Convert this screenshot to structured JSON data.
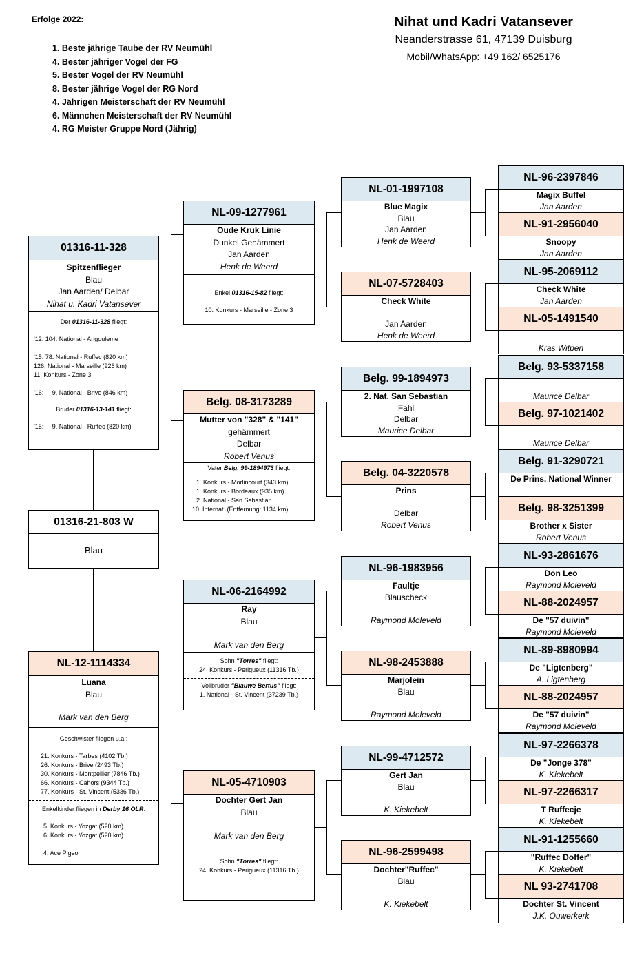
{
  "header": {
    "successes_title": "Erfolge 2022:",
    "successes": [
      "1. Beste jährige Taube der RV Neumühl",
      "4. Bester jähriger Vogel der FG",
      "5. Bester Vogel der RV Neumühl",
      "8. Bester jährige Vogel der RG Nord",
      "4. Jährigen Meisterschaft der RV Neumühl",
      "6. Männchen Meisterschaft der RV Neumühl",
      "4. RG Meister Gruppe Nord (Jährig)"
    ],
    "owner_name": "Nihat und Kadri Vatansever",
    "owner_address": "Neanderstrasse 61, 47139 Duisburg",
    "owner_phone": "Mobil/WhatsApp: +49 162/ 6525176"
  },
  "pigeons": {
    "p1": {
      "id": "01316-11-328",
      "name": "Spitzenflieger",
      "color": "Blau",
      "line": "Jan Aarden/ Delbar",
      "breeder": "Nihat u. Kadri Vatansever",
      "flies_pre": "Der ",
      "flies_id": "01316-11-328",
      "flies_post": " fliegt:",
      "results": [
        "'12: 104. National - Angouleme",
        "'15:   78. National - Ruffec (820 km)",
        "        126. National - Marseille (926 km)",
        "          11. Konkurs - Zone 3",
        "'16:     9. National - Brive (846 km)"
      ],
      "brother_pre": "Bruder ",
      "brother_id": "01316-13-141",
      "brother_post": " fliegt:",
      "brother_results": [
        "'15:     9. National - Ruffec (820 km)"
      ]
    },
    "p2": {
      "id": "01316-21-803 W",
      "color": "Blau"
    },
    "p3": {
      "id": "NL-12-1114334",
      "name": "Luana",
      "color": "Blau",
      "breeder": "Mark van den Berg",
      "sib_title": "Geschwister fliegen u.a.:",
      "sib_results": [
        "21. Konkurs - Tarbes (4102 Tb.)",
        "26. Konkurs - Brive (2493 Tb.)",
        "30. Konkurs - Montpellier (7846 Tb.)",
        "66. Konkurs - Cahors (9344 Tb.)",
        "77. Konkurs - St. Vincent (5336 Tb.)"
      ],
      "gk_pre": "Enkelkinder fliegen in ",
      "gk_event": "Derby 16 OLR",
      "gk_post": ":",
      "gk_results": [
        "5. Konkurs - Yozgat (520 km)",
        "6. Konkurs - Yozgat (520 km)"
      ],
      "gk_extra": "4. Ace Pigeon"
    },
    "f1": {
      "id": "NL-09-1277961",
      "name": "Oude Kruk Linie",
      "color": "Dunkel Gehämmert",
      "line": "Jan Aarden",
      "breeder": "Henk de Weerd",
      "note_pre": "Enkel ",
      "note_id": "01316-15-82",
      "note_post": " fliegt:",
      "note_result": "10. Konkurs - Marseille - Zone 3"
    },
    "f2": {
      "id": "Belg. 08-3173289",
      "name": "Mutter von \"328\" & \"141\"",
      "color": "gehämmert",
      "line": "Delbar",
      "breeder": "Robert Venus",
      "note_pre": "Vater ",
      "note_id": "Belg. 99-1894973",
      "note_post": " fliegt:",
      "results": [
        "1. Konkurs - Morlincourt (343 km)",
        "1. Konkurs - Bordeaux (935 km)",
        "2. National - San Sebastian",
        "10. Internat. (Entfernung: 1134 km)"
      ]
    },
    "f3": {
      "id": "NL-06-2164992",
      "name": "Ray",
      "color": "Blau",
      "breeder": "Mark van den Berg",
      "s1_pre": "Sohn ",
      "s1_name": "\"Torres\"",
      "s1_post": " fliegt:",
      "s1_result": "24. Konkurs - Perigueux (11316 Tb.)",
      "s2_pre": "Vollbruder ",
      "s2_name": "\"Blauwe Bertus\"",
      "s2_post": " fliegt:",
      "s2_result": "1. National - St. Vincent (37239 Tb.)"
    },
    "f4": {
      "id": "NL-05-4710903",
      "name": "Dochter Gert Jan",
      "color": "Blau",
      "breeder": "Mark van den Berg",
      "s1_pre": "Sohn ",
      "s1_name": "\"Torres\"",
      "s1_post": " fliegt:",
      "s1_result": "24. Konkurs - Perigueux (11316 Tb.)"
    },
    "g1": {
      "id": "NL-01-1997108",
      "name": "Blue Magix",
      "color": "Blau",
      "line": "Jan Aarden",
      "breeder": "Henk de Weerd"
    },
    "g2": {
      "id": "NL-07-5728403",
      "name": "Check White",
      "line": "Jan Aarden",
      "breeder": "Henk de Weerd"
    },
    "g3": {
      "id": "Belg. 99-1894973",
      "name": "2. Nat. San Sebastian",
      "color": "Fahl",
      "line": "Delbar",
      "breeder": "Maurice Delbar"
    },
    "g4": {
      "id": "Belg. 04-3220578",
      "name": "Prins",
      "line": "Delbar",
      "breeder": "Robert Venus"
    },
    "g5": {
      "id": "NL-96-1983956",
      "name": "Faultje",
      "color": "Blauscheck",
      "breeder": "Raymond Moleveld"
    },
    "g6": {
      "id": "NL-98-2453888",
      "name": "Marjolein",
      "color": "Blau",
      "breeder": "Raymond Moleveld"
    },
    "g7": {
      "id": "NL-99-4712572",
      "name": "Gert Jan",
      "color": "Blau",
      "breeder": "K. Kiekebelt"
    },
    "g8": {
      "id": "NL-96-2599498",
      "name": "Dochter\"Ruffec\"",
      "color": "Blau",
      "breeder": "K. Kiekebelt"
    },
    "h": [
      {
        "id": "NL-96-2397846",
        "name": "Magix Buffel",
        "breeder": "Jan Aarden"
      },
      {
        "id": "NL-91-2956040",
        "name": "Snoopy",
        "breeder": "Jan Aarden"
      },
      {
        "id": "NL-95-2069112",
        "name": "Check White",
        "breeder": "Jan Aarden"
      },
      {
        "id": "NL-05-1491540",
        "name": "",
        "breeder": "Kras Witpen"
      },
      {
        "id": "Belg. 93-5337158",
        "name": "",
        "breeder": "Maurice Delbar"
      },
      {
        "id": "Belg. 97-1021402",
        "name": "",
        "breeder": "Maurice Delbar"
      },
      {
        "id": "Belg. 91-3290721",
        "name": "De Prins, National Winner",
        "breeder": ""
      },
      {
        "id": "Belg. 98-3251399",
        "name": "Brother x Sister",
        "breeder": "Robert Venus"
      },
      {
        "id": "NL-93-2861676",
        "name": "Don Leo",
        "breeder": "Raymond Moleveld"
      },
      {
        "id": "NL-88-2024957",
        "name": "De \"57 duivin\"",
        "breeder": "Raymond Moleveld"
      },
      {
        "id": "NL-89-8980994",
        "name": "De \"Ligtenberg\"",
        "breeder": "A. Ligtenberg"
      },
      {
        "id": "NL-88-2024957",
        "name": "De \"57 duivin\"",
        "breeder": "Raymond Moleveld"
      },
      {
        "id": "NL-97-2266378",
        "name": "De \"Jonge 378\"",
        "breeder": "K. Kiekebelt"
      },
      {
        "id": "NL-97-2266317",
        "name": "T Ruffecje",
        "breeder": "K. Kiekebelt"
      },
      {
        "id": "NL-91-1255660",
        "name": "\"Ruffec Doffer\"",
        "breeder": "K. Kiekebelt"
      },
      {
        "id": "NL 93-2741708",
        "name": "Dochter St. Vincent",
        "breeder": "J.K. Ouwerkerk"
      }
    ]
  },
  "colors": {
    "male_header": "#dde9f0",
    "female_header": "#fce5d6"
  }
}
